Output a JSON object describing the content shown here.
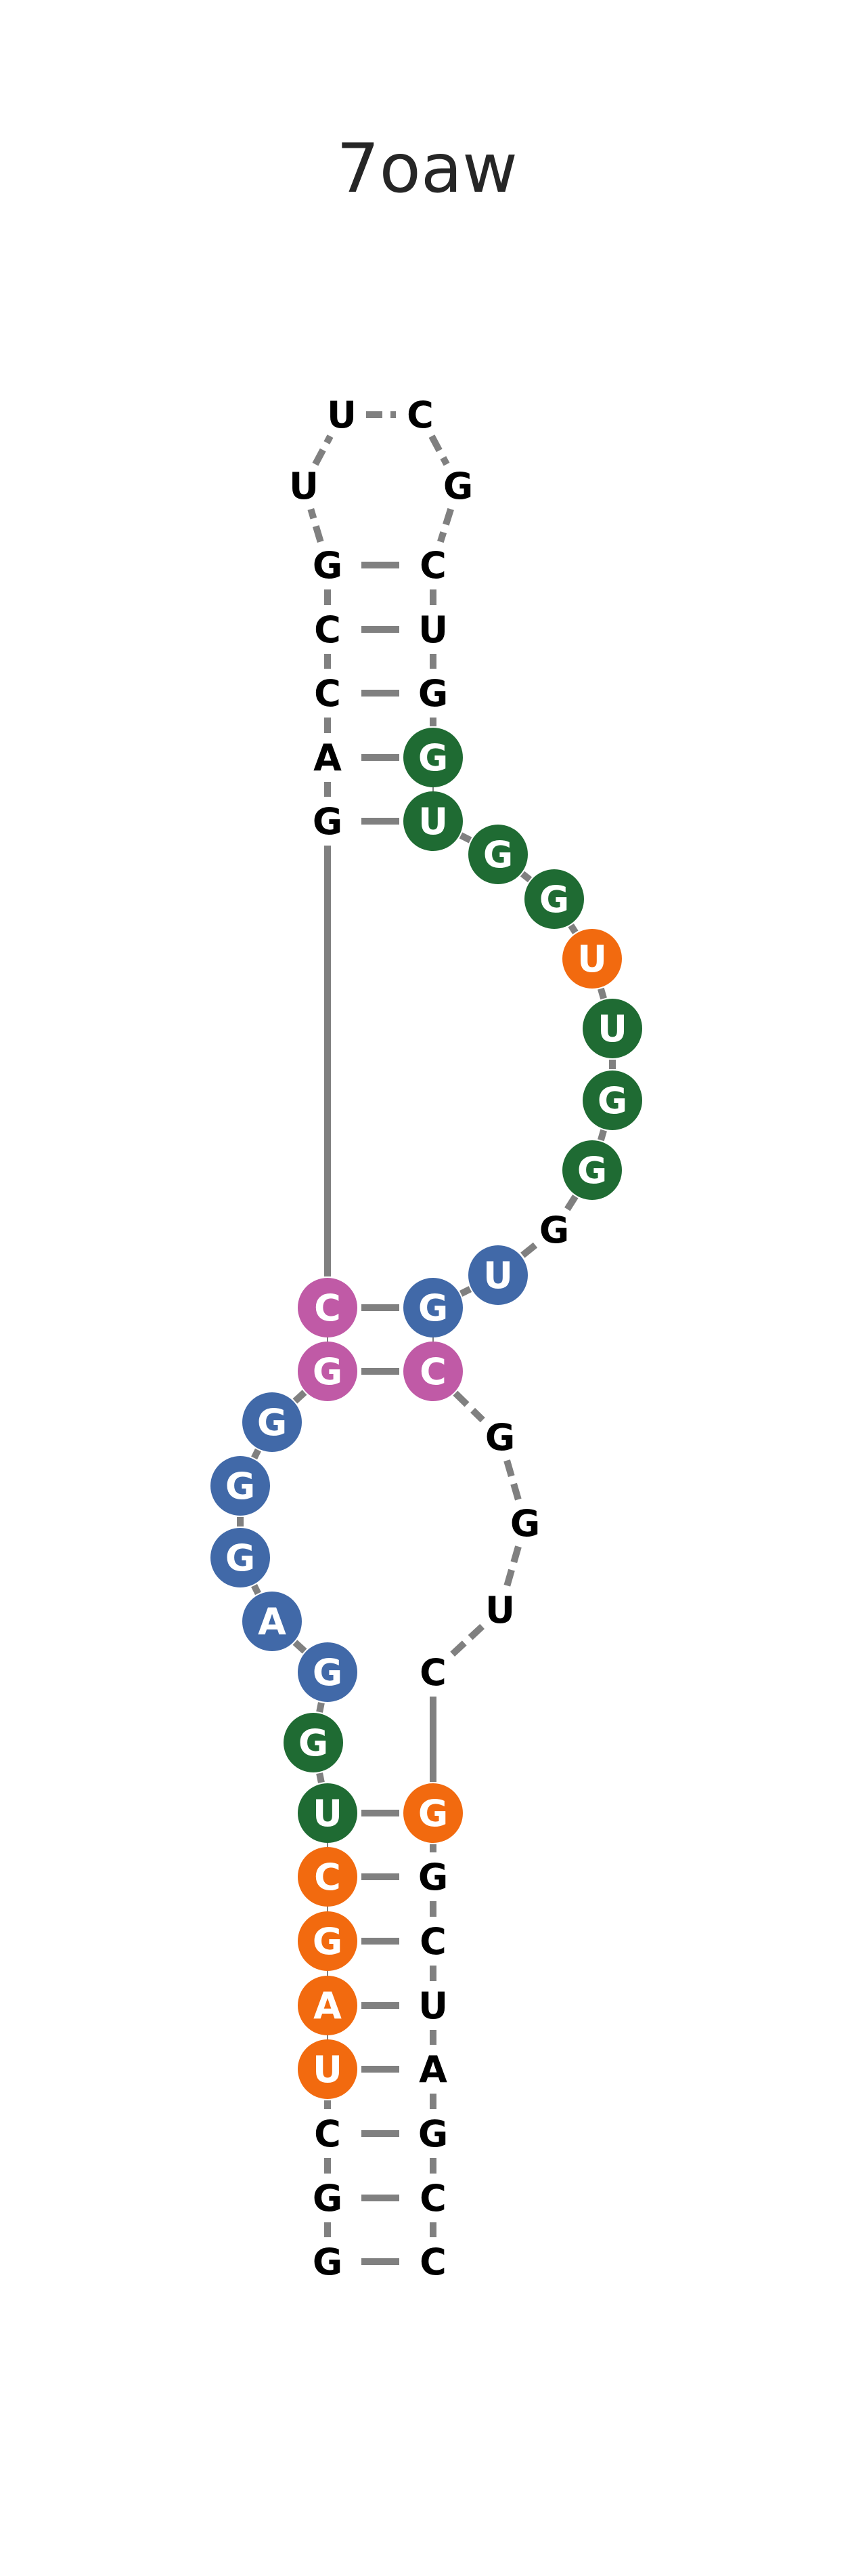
{
  "title": "7oaw",
  "colors": {
    "backbone": "#808080",
    "plain_text": "#000000",
    "circle_text": "#ffffff",
    "green": "#1f6b33",
    "orange": "#f26a0f",
    "blue": "#4169a8",
    "pink": "#c05aa6"
  },
  "nucleotides": [
    {
      "label": "G",
      "color": null
    },
    {
      "label": "G",
      "color": null
    },
    {
      "label": "C",
      "color": null
    },
    {
      "label": "U",
      "color": "orange"
    },
    {
      "label": "A",
      "color": "orange"
    },
    {
      "label": "G",
      "color": "orange"
    },
    {
      "label": "C",
      "color": "orange"
    },
    {
      "label": "U",
      "color": "green"
    },
    {
      "label": "G",
      "color": "green"
    },
    {
      "label": "G",
      "color": "blue"
    },
    {
      "label": "A",
      "color": "blue"
    },
    {
      "label": "G",
      "color": "blue"
    },
    {
      "label": "G",
      "color": "blue"
    },
    {
      "label": "G",
      "color": "blue"
    },
    {
      "label": "G",
      "color": "pink"
    },
    {
      "label": "C",
      "color": "pink"
    },
    {
      "label": "G",
      "color": null
    },
    {
      "label": "A",
      "color": null
    },
    {
      "label": "C",
      "color": null
    },
    {
      "label": "C",
      "color": null
    },
    {
      "label": "G",
      "color": null
    },
    {
      "label": "U",
      "color": null
    },
    {
      "label": "U",
      "color": null
    },
    {
      "label": "C",
      "color": null
    },
    {
      "label": "G",
      "color": null
    },
    {
      "label": "C",
      "color": null
    },
    {
      "label": "U",
      "color": null
    },
    {
      "label": "G",
      "color": null
    },
    {
      "label": "G",
      "color": "green"
    },
    {
      "label": "U",
      "color": "green"
    },
    {
      "label": "G",
      "color": "green"
    },
    {
      "label": "G",
      "color": "green"
    },
    {
      "label": "U",
      "color": "orange"
    },
    {
      "label": "U",
      "color": "green"
    },
    {
      "label": "G",
      "color": "green"
    },
    {
      "label": "G",
      "color": "green"
    },
    {
      "label": "G",
      "color": null
    },
    {
      "label": "U",
      "color": "blue"
    },
    {
      "label": "G",
      "color": "blue"
    },
    {
      "label": "C",
      "color": "pink"
    },
    {
      "label": "G",
      "color": null
    },
    {
      "label": "G",
      "color": null
    },
    {
      "label": "U",
      "color": null
    },
    {
      "label": "C",
      "color": null
    },
    {
      "label": "G",
      "color": "orange"
    },
    {
      "label": "G",
      "color": null
    },
    {
      "label": "C",
      "color": null
    },
    {
      "label": "U",
      "color": null
    },
    {
      "label": "A",
      "color": null
    },
    {
      "label": "G",
      "color": null
    },
    {
      "label": "C",
      "color": null
    },
    {
      "label": "C",
      "color": null
    }
  ],
  "base_pairs": [
    [
      0,
      51
    ],
    [
      1,
      50
    ],
    [
      2,
      49
    ],
    [
      3,
      48
    ],
    [
      4,
      47
    ],
    [
      5,
      46
    ],
    [
      6,
      45
    ],
    [
      7,
      44
    ],
    [
      11,
      43
    ],
    [
      14,
      39
    ],
    [
      15,
      38
    ],
    [
      16,
      29
    ],
    [
      17,
      28
    ],
    [
      18,
      27
    ],
    [
      19,
      26
    ],
    [
      20,
      25
    ]
  ]
}
